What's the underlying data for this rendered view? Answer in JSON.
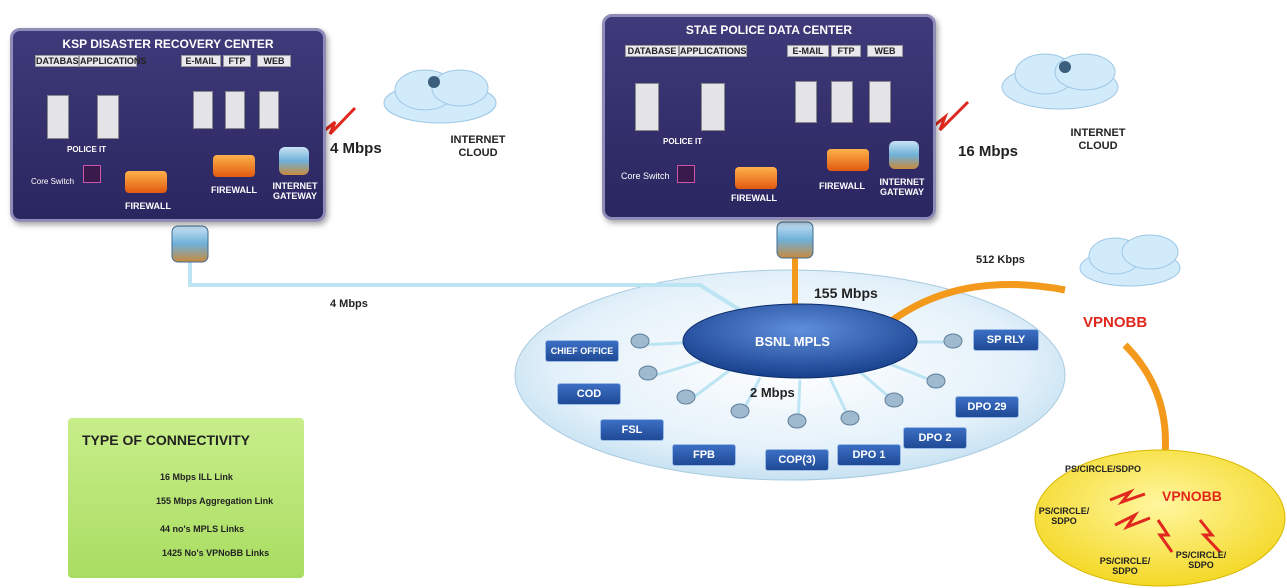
{
  "drc": {
    "title": "KSP DISASTER RECOVERY CENTER",
    "database": "DATABASE",
    "applications": "APPLICATIONS",
    "email": "E-MAIL",
    "ftp": "FTP",
    "web": "WEB",
    "police_it": "POLICE IT",
    "core_switch": "Core Switch",
    "firewall_left": "FIREWALL",
    "firewall_right": "FIREWALL",
    "gateway": "INTERNET GATEWAY"
  },
  "dc": {
    "title": "STAE POLICE DATA CENTER",
    "database": "DATABASE",
    "applications": "APPLICATIONS",
    "email": "E-MAIL",
    "ftp": "FTP",
    "web": "WEB",
    "police_it": "POLICE IT",
    "core_switch": "Core Switch",
    "firewall_left": "FIREWALL",
    "firewall_right": "FIREWALL",
    "gateway": "INTERNET GATEWAY"
  },
  "links": {
    "drc_internet": "4 Mbps",
    "dc_internet": "16 Mbps",
    "drc_mpls": "4 Mbps",
    "aggregation": "155 Mbps",
    "vpnobb_link": "512 Kbps",
    "mpls_internal": "2 Mbps"
  },
  "clouds": {
    "left": "INTERNET CLOUD",
    "right": "INTERNET CLOUD"
  },
  "mpls": {
    "label": "BSNL MPLS"
  },
  "nodes": {
    "chief_office": "CHIEF OFFICE",
    "cod": "COD",
    "fsl": "FSL",
    "fpb": "FPB",
    "cop": "COP(3)",
    "dpo1": "DPO 1",
    "dpo2": "DPO 2",
    "dpo29": "DPO 29",
    "sp_rly": "SP RLY"
  },
  "vpnobb": {
    "label": "VPNOBB",
    "inner": "VPNOBB",
    "ps_top": "PS/CIRCLE/SDPO",
    "ps_left": "PS/CIRCLE/ SDPO",
    "ps_bottom": "PS/CIRCLE/ SDPO",
    "ps_right": "PS/CIRCLE/ SDPO"
  },
  "legend": {
    "title": "TYPE OF CONNECTIVITY",
    "item1": "16 Mbps ILL Link",
    "item2": "155 Mbps Aggregation Link",
    "item3": "44 no's MPLS Links",
    "item4": "1425 No's VPNoBB Links"
  },
  "colors": {
    "panel": "#2f2b6b",
    "orange": "#f39a1c",
    "mpls_blue": "#2a5bb0",
    "vpnobb_red": "#e0281e",
    "legend_green": "#b6e36f",
    "yellow": "#f8e84a"
  }
}
